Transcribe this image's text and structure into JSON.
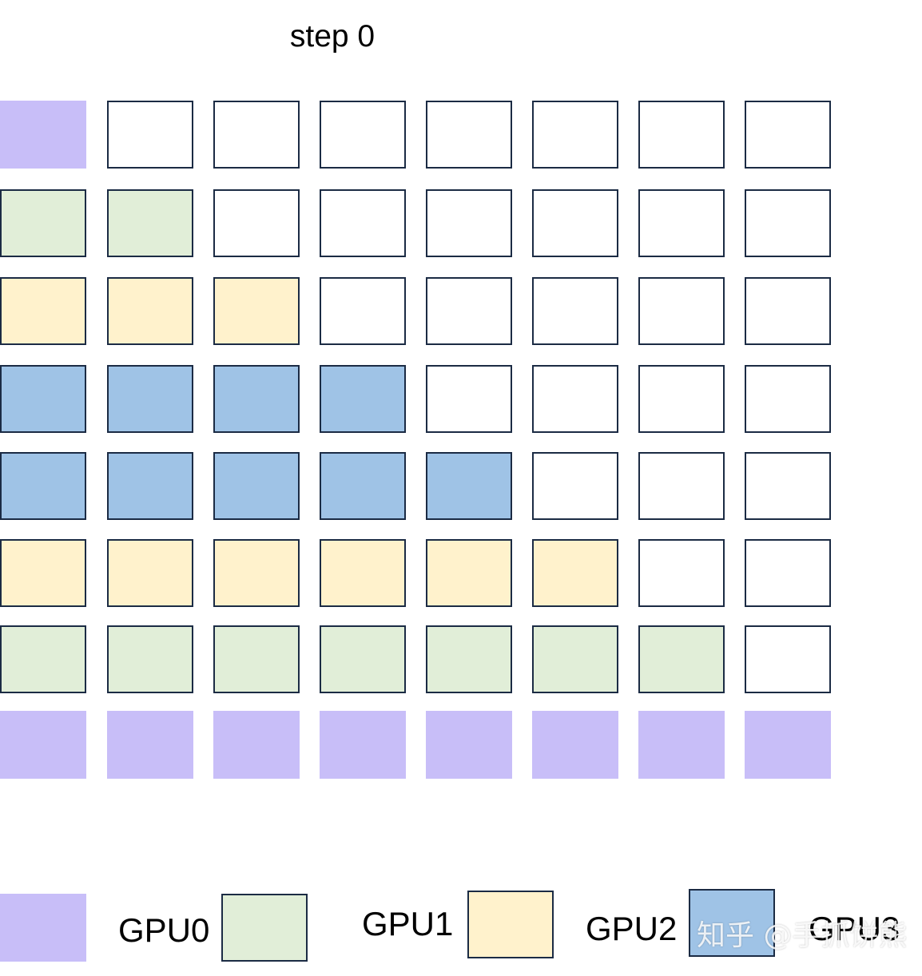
{
  "title": "step 0",
  "colors": {
    "gpu0": "#c8bef8",
    "gpu1": "#e1eed8",
    "gpu2": "#fff2cc",
    "gpu3": "#9fc3e6",
    "empty": "#ffffff",
    "border": "#1b2b44"
  },
  "grid": {
    "rows": [
      [
        "gpu0",
        "empty",
        "empty",
        "empty",
        "empty",
        "empty",
        "empty",
        "empty"
      ],
      [
        "gpu1",
        "gpu1",
        "empty",
        "empty",
        "empty",
        "empty",
        "empty",
        "empty"
      ],
      [
        "gpu2",
        "gpu2",
        "gpu2",
        "empty",
        "empty",
        "empty",
        "empty",
        "empty"
      ],
      [
        "gpu3",
        "gpu3",
        "gpu3",
        "gpu3",
        "empty",
        "empty",
        "empty",
        "empty"
      ],
      [
        "gpu3",
        "gpu3",
        "gpu3",
        "gpu3",
        "gpu3",
        "empty",
        "empty",
        "empty"
      ],
      [
        "gpu2",
        "gpu2",
        "gpu2",
        "gpu2",
        "gpu2",
        "gpu2",
        "empty",
        "empty"
      ],
      [
        "gpu1",
        "gpu1",
        "gpu1",
        "gpu1",
        "gpu1",
        "gpu1",
        "gpu1",
        "empty"
      ],
      [
        "gpu0",
        "gpu0",
        "gpu0",
        "gpu0",
        "gpu0",
        "gpu0",
        "gpu0",
        "gpu0"
      ]
    ]
  },
  "legend": [
    {
      "key": "gpu0",
      "label": "GPU0"
    },
    {
      "key": "gpu1",
      "label": "GPU1"
    },
    {
      "key": "gpu2",
      "label": "GPU2"
    },
    {
      "key": "gpu3",
      "label": "GPU3"
    }
  ],
  "watermark": "知乎 @手抓饼熊"
}
